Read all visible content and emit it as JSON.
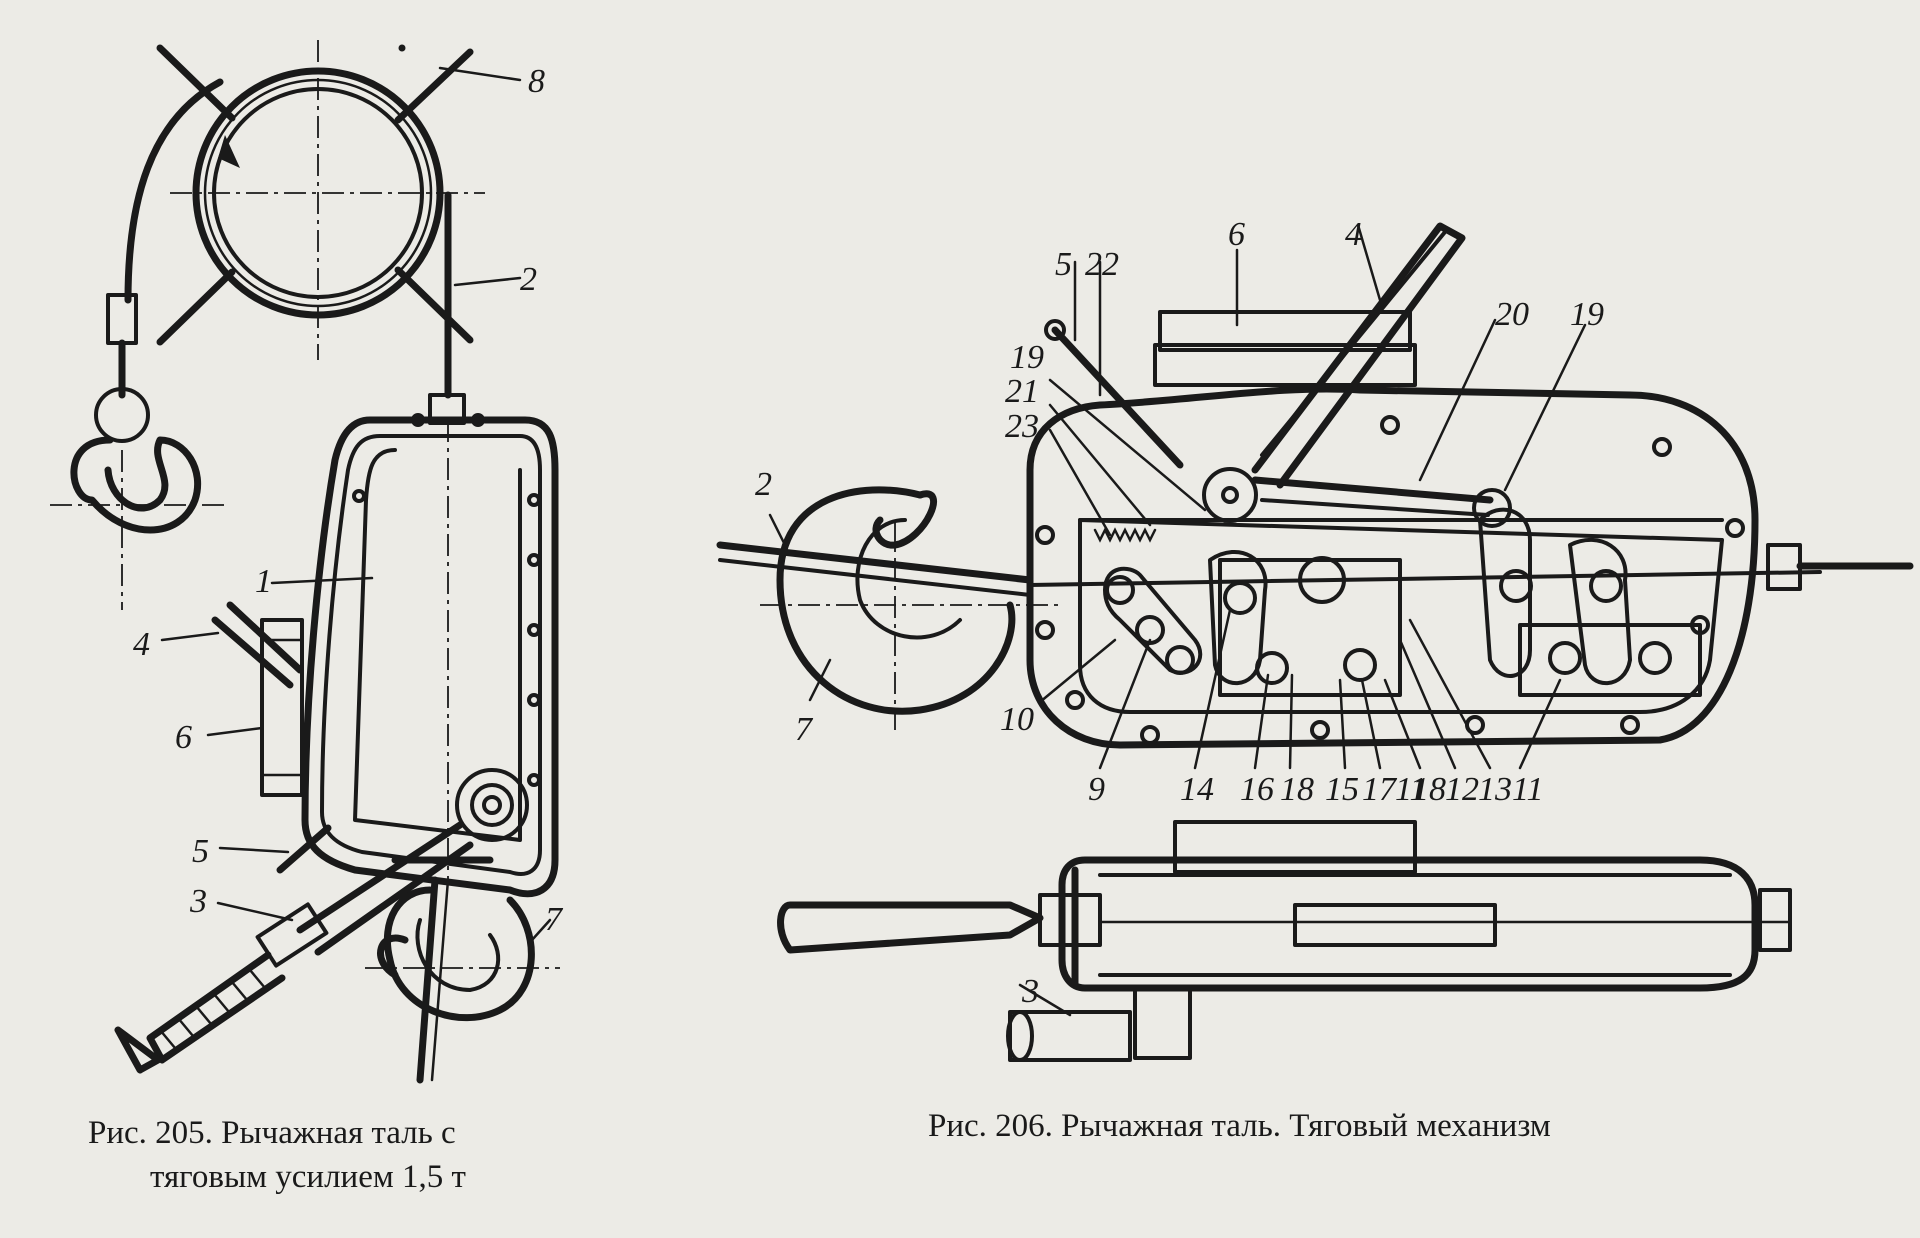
{
  "figure205": {
    "caption_line1": "Рис. 205. Рычажная таль с",
    "caption_line2": "тяговым усилием 1,5 т",
    "labels": [
      "8",
      "2",
      "1",
      "4",
      "6",
      "5",
      "3",
      "7"
    ]
  },
  "figure206": {
    "caption": "Рис. 206. Рычажная таль. Тяговый механизм",
    "labels_top": [
      "4",
      "6",
      "5",
      "22",
      "20",
      "19",
      "19",
      "21",
      "23",
      "2",
      "7",
      "10",
      "9"
    ],
    "labels_bottom": [
      "14",
      "16",
      "18",
      "15",
      "17",
      "11",
      "18",
      "12",
      "13",
      "11"
    ],
    "labels_side_view": [
      "3"
    ]
  }
}
